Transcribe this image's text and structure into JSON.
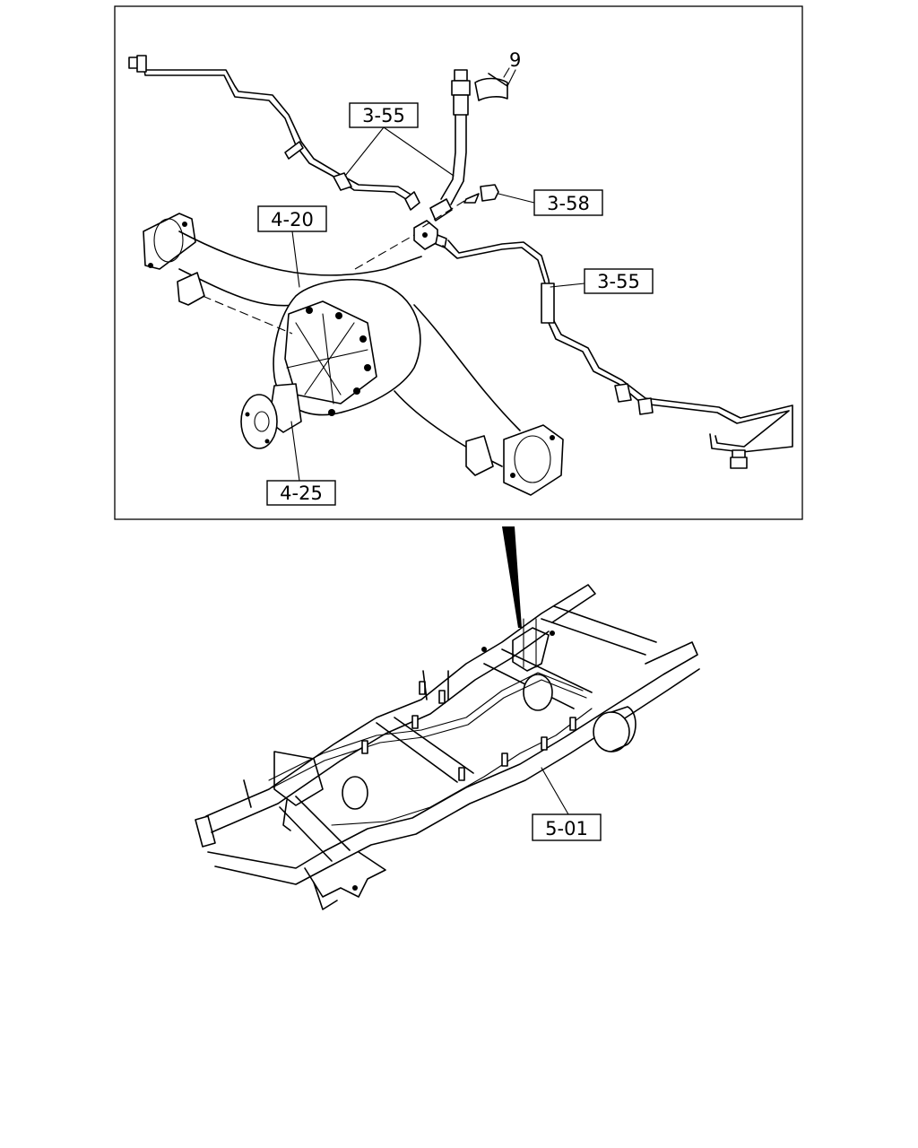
{
  "callouts": {
    "hose_clip": "9",
    "brake_pipe_left": "3-55",
    "union_bolt": "3-58",
    "brake_pipe_right": "3-55",
    "rear_axle_case": "4-20",
    "axle_shaft": "4-25",
    "chassis_frame": "5-01"
  }
}
